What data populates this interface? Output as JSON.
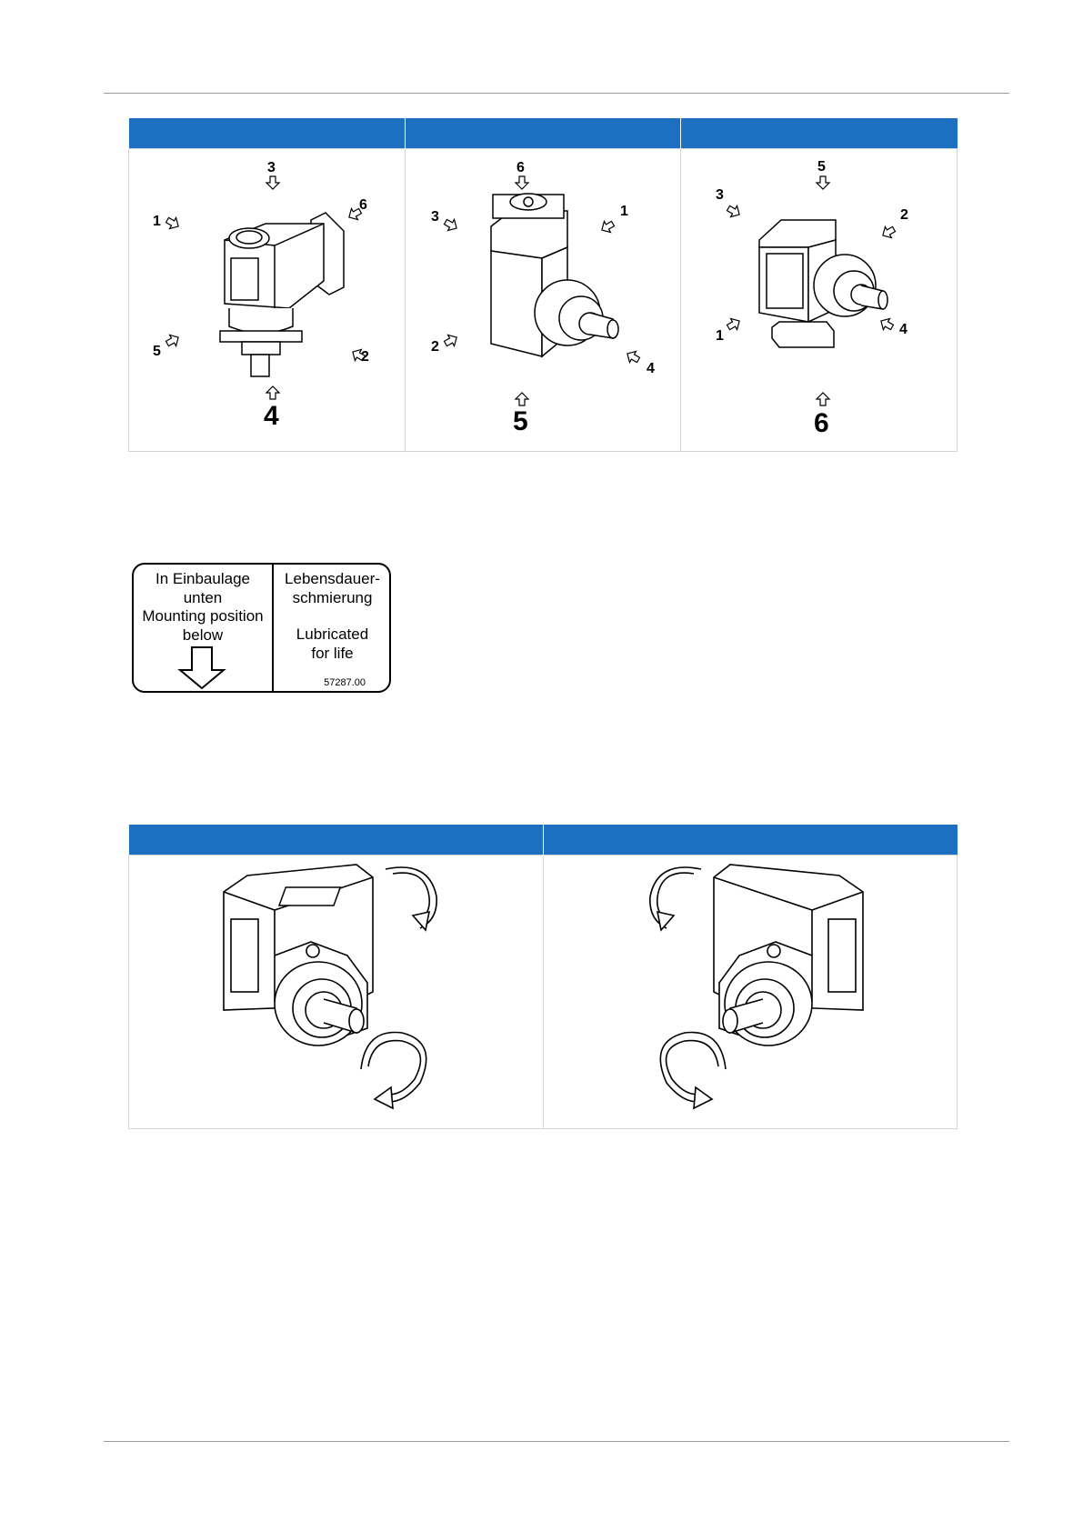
{
  "mounting_table": {
    "headers": [
      "",
      "",
      ""
    ],
    "positions": [
      {
        "main": "4",
        "arrows": [
          "3",
          "1",
          "6",
          "5",
          "2"
        ]
      },
      {
        "main": "5",
        "arrows": [
          "6",
          "3",
          "1",
          "2",
          "4"
        ]
      },
      {
        "main": "6",
        "arrows": [
          "5",
          "3",
          "2",
          "1",
          "4"
        ]
      }
    ]
  },
  "label_sticker": {
    "left_lines": [
      "In Einbaulage",
      "unten",
      "Mounting position",
      "below"
    ],
    "right_lines_de": [
      "Lebensdauer-",
      "schmierung"
    ],
    "right_lines_en": [
      "Lubricated",
      "for life"
    ],
    "code": "57287.00"
  },
  "rotation_table": {
    "headers": [
      "",
      ""
    ]
  },
  "colors": {
    "header_blue": "#1d6fc1",
    "rule_gray": "#9a9a9a",
    "cell_border": "#d4d4d4"
  }
}
